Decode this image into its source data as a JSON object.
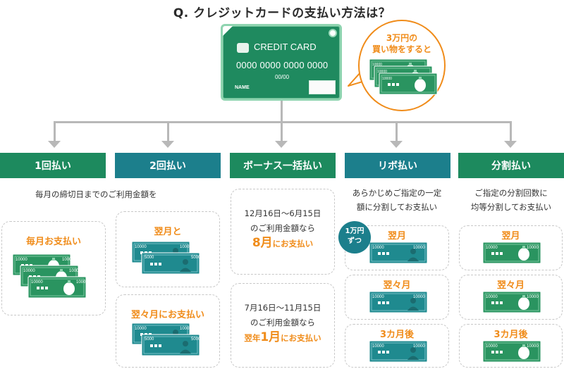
{
  "title": "Q. クレジットカードの支払い方法は？",
  "card": {
    "brand": "CREDIT CARD",
    "number": "0000 0000 0000 0000",
    "expiry": "00/00",
    "name": "NAME"
  },
  "bubble": {
    "line1": "3万円の",
    "line2": "買い物をすると"
  },
  "bills": {
    "ten_thousand": "10000",
    "five_thousand": "5000"
  },
  "colors": {
    "green": "#1d8a5e",
    "teal": "#1c7f8c",
    "orange": "#f08c1a",
    "bill_green": "#2a9460",
    "bill_teal": "#1f8a8f"
  },
  "methods": [
    {
      "header": "1回払い",
      "desc": "毎月の締切日までのご利用金額を",
      "box1": "毎月お支払い"
    },
    {
      "header": "2回払い",
      "box1": "翌月と",
      "box2": "翌々月にお支払い"
    },
    {
      "header": "ボーナス一括払い",
      "box1": {
        "line1": "12月16日〜6月15日",
        "line2": "のご利用金額なら",
        "big": "8月",
        "suffix": "にお支払い"
      },
      "box2": {
        "line1": "7月16日〜11月15日",
        "line2": "のご利用金額なら",
        "prefix": "翌年",
        "big": "1月",
        "suffix": "にお支払い"
      }
    },
    {
      "header": "リボ払い",
      "desc1": "あらかじめご指定の一定",
      "desc2": "額に分割してお支払い",
      "badge1": "1万円",
      "badge2": "ずつ",
      "box1": "翌月",
      "box2": "翌々月",
      "box3": "3カ月後"
    },
    {
      "header": "分割払い",
      "desc1": "ご指定の分割回数に",
      "desc2": "均等分割してお支払い",
      "box1": "翌月",
      "box2": "翌々月",
      "box3": "3カ月後"
    }
  ]
}
